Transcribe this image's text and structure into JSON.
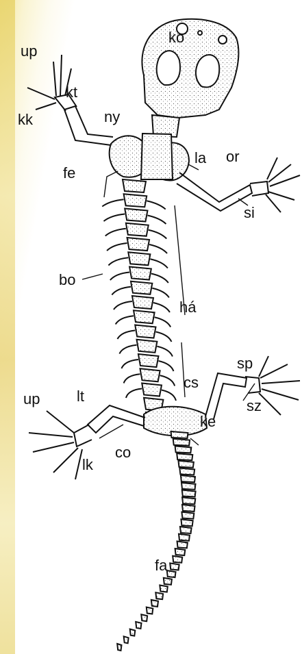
{
  "labels": {
    "ko": "ko",
    "up_top": "up",
    "kt": "kt",
    "kk": "kk",
    "ny": "ny",
    "fe": "fe",
    "la": "la",
    "or": "or",
    "si": "si",
    "bo": "bo",
    "ha": "há",
    "sp": "sp",
    "cs": "cs",
    "sz": "sz",
    "up_bottom": "up",
    "lt": "lt",
    "ke": "ke",
    "co": "co",
    "lk": "lk",
    "fa": "fa"
  }
}
